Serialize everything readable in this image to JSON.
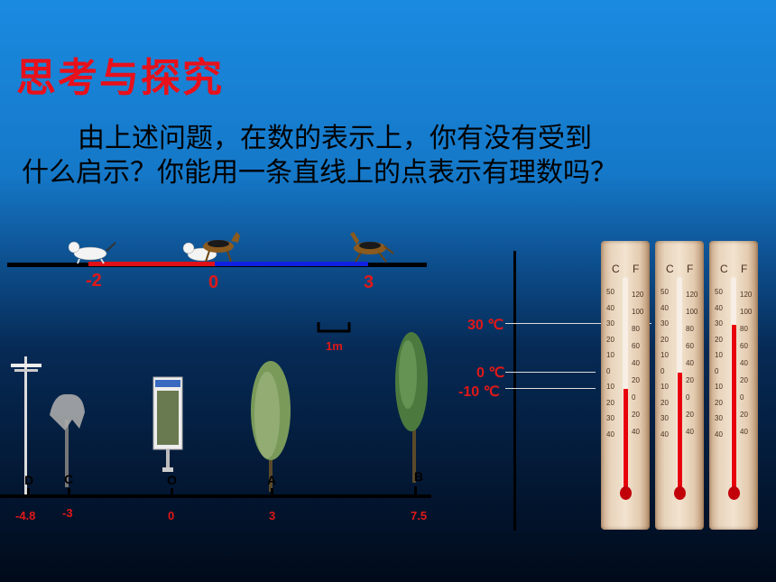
{
  "title": "思考与探究",
  "question": {
    "line1": "由上述问题，在数的表示上，你有没有受到",
    "line2": "什么启示？你能用一条直线上的点表示有理数吗？"
  },
  "dog_line": {
    "labels": [
      "-2",
      "0",
      "3"
    ]
  },
  "unit_label": "1m",
  "tree_line": {
    "points": [
      {
        "letter": "D",
        "value": "-4.8"
      },
      {
        "letter": "C",
        "value": "-3"
      },
      {
        "letter": "O",
        "value": "0"
      },
      {
        "letter": "A",
        "value": "3"
      },
      {
        "letter": "B",
        "value": "7.5"
      }
    ]
  },
  "temps": {
    "t30": "30 ℃",
    "t0": "0 ℃",
    "tm10": "-10 ℃"
  },
  "thermometer": {
    "c_label": "C",
    "f_label": "F",
    "c_scale": [
      "50",
      "40",
      "30",
      "20",
      "10",
      "0",
      "10",
      "20",
      "30",
      "40"
    ],
    "f_scale": [
      "120",
      "100",
      "80",
      "60",
      "40",
      "20",
      "0",
      "20",
      "40"
    ]
  }
}
